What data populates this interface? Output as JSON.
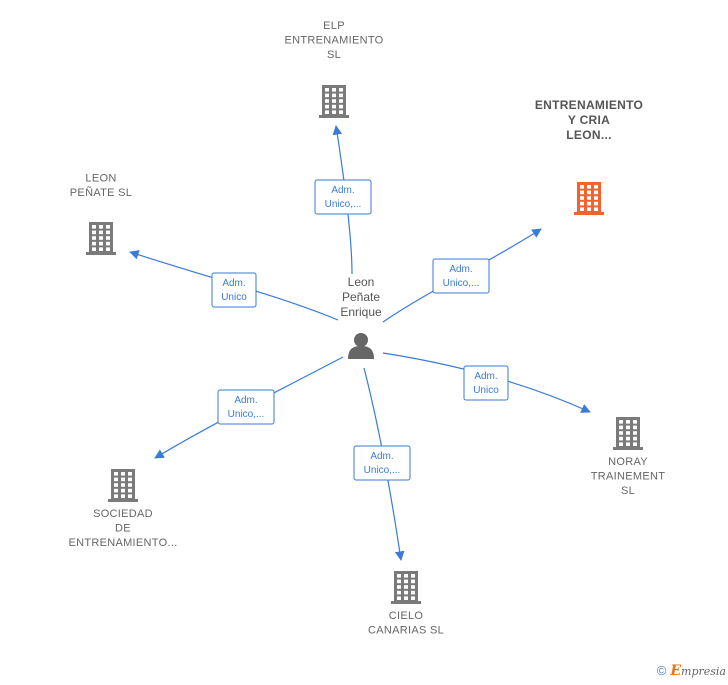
{
  "person": {
    "label_lines": [
      "Leon",
      "Peñate",
      "Enrique"
    ]
  },
  "companies": [
    {
      "id": "elp",
      "label_lines": [
        "ELP",
        "ENTRENAMIENTO",
        "SL"
      ],
      "highlight": false
    },
    {
      "id": "entrenamiento-cria",
      "label_lines": [
        "ENTRENAMIENTO",
        "Y CRIA",
        "LEON..."
      ],
      "highlight": true
    },
    {
      "id": "leon-penate",
      "label_lines": [
        "LEON",
        "PEÑATE SL"
      ],
      "highlight": false
    },
    {
      "id": "noray",
      "label_lines": [
        "NORAY",
        "TRAINEMENT",
        "SL"
      ],
      "highlight": false
    },
    {
      "id": "sociedad",
      "label_lines": [
        "SOCIEDAD",
        "DE",
        "ENTRENAMIENTO..."
      ],
      "highlight": false
    },
    {
      "id": "cielo",
      "label_lines": [
        "CIELO",
        "CANARIAS SL"
      ],
      "highlight": false
    }
  ],
  "edges": [
    {
      "to": "elp",
      "label_lines": [
        "Adm.",
        "Unico,..."
      ]
    },
    {
      "to": "entrenamiento-cria",
      "label_lines": [
        "Adm.",
        "Unico,..."
      ]
    },
    {
      "to": "leon-penate",
      "label_lines": [
        "Adm.",
        "Unico"
      ]
    },
    {
      "to": "noray",
      "label_lines": [
        "Adm.",
        "Unico"
      ]
    },
    {
      "to": "sociedad",
      "label_lines": [
        "Adm.",
        "Unico,..."
      ]
    },
    {
      "to": "cielo",
      "label_lines": [
        "Adm.",
        "Unico,..."
      ]
    }
  ],
  "colors": {
    "edge": "#3a7bd5",
    "building": "#7a7a7a",
    "building_highlight": "#f2642f",
    "person": "#666666"
  },
  "footer": {
    "copyright": "©",
    "brand_initial": "E",
    "brand_rest": "mpresia"
  }
}
